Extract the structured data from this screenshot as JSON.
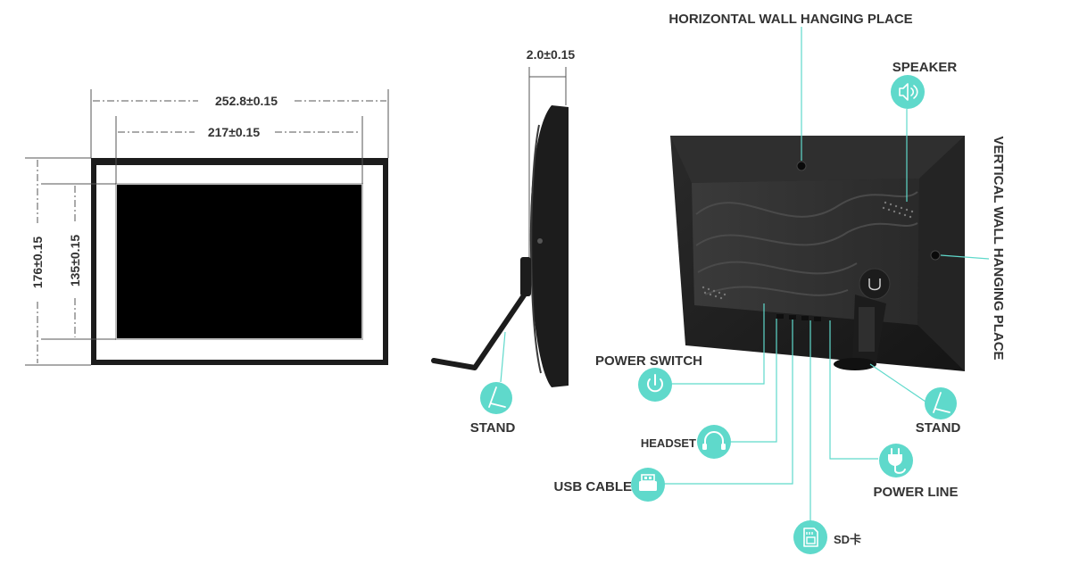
{
  "colors": {
    "accent": "#5fd9cb",
    "frame": "#1c1c1c",
    "screen": "#000000",
    "text": "#333333"
  },
  "dimensions": {
    "outer_width": "252.8±0.15",
    "inner_width": "217±0.15",
    "outer_height": "176±0.15",
    "inner_height": "135±0.15",
    "thickness": "2.0±0.15"
  },
  "labels": {
    "horizontal_hanging": "HORIZONTAL WALL HANGING PLACE",
    "speaker": "SPEAKER",
    "vertical_hanging": "VERTICAL WALL HANGING PLACE",
    "power_switch": "POWER SWITCH",
    "headset": "HEADSET",
    "usb_cable": "USB CABLE",
    "sd_card": "SD卡",
    "power_line": "POWER LINE",
    "stand_side": "STAND",
    "stand_back": "STAND"
  },
  "icons": {
    "speaker": "speaker-icon",
    "power_switch": "power-icon",
    "headset": "headphones-icon",
    "usb_cable": "usb-icon",
    "sd_card": "sd-card-icon",
    "power_line": "plug-icon",
    "stand_side": "stand-icon",
    "stand_back": "stand-icon"
  }
}
